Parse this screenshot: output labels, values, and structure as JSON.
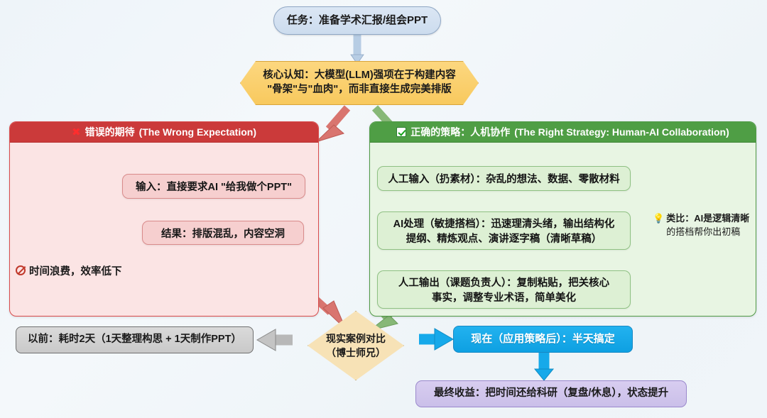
{
  "diagram": {
    "title_node": {
      "label": "任务：准备学术汇报/组会PPT"
    },
    "insight_node": {
      "line1": "核心认知：大模型(LLM)强项在于构建内容",
      "line2": "\"骨架\"与\"血肉\"，而非直接生成完美排版"
    },
    "wrong_panel": {
      "icon": "cross-mark-icon",
      "header_cn": "错误的期待",
      "header_en": "(The Wrong Expectation)",
      "input_box": "输入：直接要求AI \"给我做个PPT\"",
      "result_box": "结果：排版混乱，内容空洞",
      "waste_icon": "prohibited-icon",
      "waste_label": "时间浪费，效率低下"
    },
    "right_panel": {
      "icon": "check-mark-icon",
      "header_cn": "正确的策略：人机协作",
      "header_en": "(The Right Strategy: Human-AI Collaboration)",
      "human_input": "人工输入（扔素材）：杂乱的想法、数据、零散材料",
      "ai_process_line1": "AI处理（敏捷搭档）：迅速理清头绪，输出结构化",
      "ai_process_line2": "提纲、精炼观点、演讲逐字稿（清晰草稿）",
      "human_output_line1": "人工输出（课题负责人）：复制粘贴，把关核心",
      "human_output_line2": "事实，调整专业术语，简单美化",
      "analogy_icon": "lightbulb-icon",
      "analogy_bold": "类比：AI是逻辑清晰",
      "analogy_rest": "的搭档帮你出初稿"
    },
    "comparison": {
      "diamond_line1": "现实案例对比",
      "diamond_line2": "（博士师兄）",
      "before_label": "以前：耗时2天（1天整理构思 + 1天制作PPT）",
      "now_label": "现在（应用策略后）：半天搞定",
      "benefit_label": "最终收益：把时间还给科研（复盘/休息），状态提升"
    },
    "colors": {
      "background": "#eef4f9",
      "task_fill": "#d2e0f0",
      "insight_fill": "#f9cd6a",
      "wrong_header": "#cb3a3a",
      "wrong_body": "#fbe4e4",
      "right_header": "#4f9e45",
      "right_body": "#e8f5e3",
      "diamond_fill": "#f7e2b6",
      "before_fill": "#cfcfcf",
      "now_fill": "#16a9ea",
      "benefit_fill": "#d0c4ec",
      "red_arrow": "#d9756f",
      "green_arrow": "#87b877",
      "blue_arrow": "#16a9ea",
      "gray_arrow": "#b8b8b8"
    }
  }
}
